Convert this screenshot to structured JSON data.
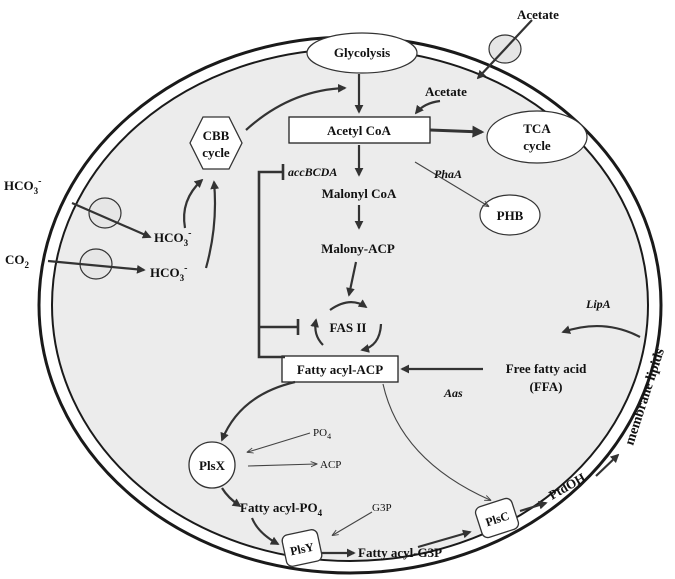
{
  "labels": {
    "acetate_out": "Acetate",
    "acetate_in": "Acetate",
    "glycolysis": "Glycolysis",
    "acetyl_coa": "Acetyl CoA",
    "tca_line1": "TCA",
    "tca_line2": "cycle",
    "cbb_line1": "CBB",
    "cbb_line2": "cycle",
    "accbcda": "accBCDA",
    "phaa": "PhaA",
    "malonyl_coa": "Malonyl CoA",
    "phb": "PHB",
    "malony_acp": "Malony-ACP",
    "fas_ii": "FAS II",
    "fatty_acyl_acp": "Fatty acyl-ACP",
    "free_fatty_acid_line1": "Free fatty acid",
    "free_fatty_acid_line2": "(FFA)",
    "lipa": "LipA",
    "aas": "Aas",
    "membrane_lipids": "membrane lipids",
    "hco3_out_base": "HCO",
    "hco3_in1_base": "HCO",
    "hco3_in2_base": "HCO",
    "co2_base": "CO",
    "po4_label_base": "PO",
    "acp_label": "ACP",
    "plsx": "PlsX",
    "fatty_acyl_po4_base": "Fatty acyl-PO",
    "g3p_label": "G3P",
    "plsy": "PlsY",
    "fatty_acyl_g3p": "Fatty acyl-G3P",
    "plsc": "PlsC",
    "ptdoh": "PtdOH"
  },
  "scripts": {
    "sub3": "3",
    "sub2": "2",
    "sub4": "4",
    "sup_minus": "-"
  }
}
